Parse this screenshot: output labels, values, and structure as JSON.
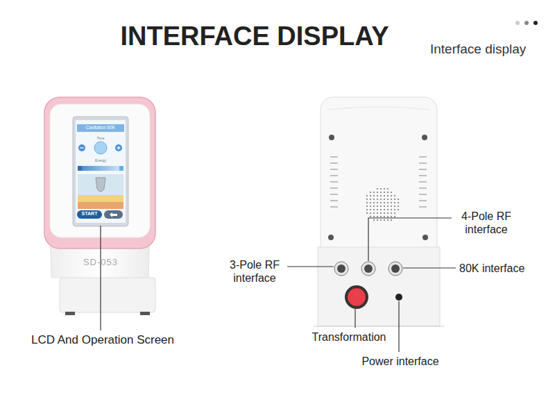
{
  "diagram": {
    "title": "INTERFACE DISPLAY",
    "labels": [
      "Interface display",
      "Cavitation 80K",
      "Time",
      "Energy",
      "START",
      "SD-053",
      "LCD And Operation Screen",
      "4-Pole RF interface",
      "3-Pole RF interface",
      "80K interface",
      "Transformation",
      "Power interface"
    ]
  }
}
